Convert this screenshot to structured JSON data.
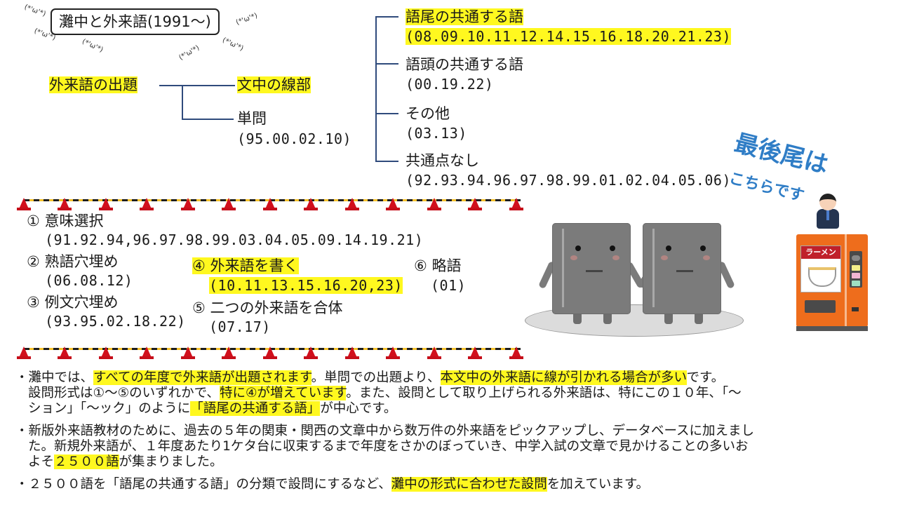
{
  "title": {
    "label": "灘中と外来語(1991～)",
    "decorations": [
      "(*'ω'*)",
      "(*'ω'*)",
      "(*'ω'*)",
      "(*'ω'*)",
      "(*'ω'*)",
      "(*'ω'*)",
      "(*'ω'*)"
    ]
  },
  "left_tree": {
    "root": "外来語の出題",
    "branches": [
      {
        "label": "文中の線部",
        "highlighted": true,
        "years": ""
      },
      {
        "label": "単問",
        "highlighted": false,
        "years": "(95.00.02.10)"
      }
    ]
  },
  "right_tree": {
    "branches": [
      {
        "label": "語尾の共通する語",
        "years": "(08.09.10.11.12.14.15.16.18.20.21.23)",
        "highlighted": true
      },
      {
        "label": "語頭の共通する語",
        "years": "(00.19.22)",
        "highlighted": false
      },
      {
        "label": "その他",
        "years": "(03.13)",
        "highlighted": false
      },
      {
        "label": "共通点なし",
        "years": "(92.93.94.96.97.98.99.01.02.04.05.06)",
        "highlighted": false
      }
    ]
  },
  "question_types": [
    {
      "label": "① 意味選択",
      "years": "(91.92.94,96.97.98.99.03.04.05.09.14.19.21)",
      "highlighted": false
    },
    {
      "label": "② 熟語穴埋め",
      "years": "(06.08.12)",
      "highlighted": false
    },
    {
      "label": "③ 例文穴埋め",
      "years": "(93.95.02.18.22)",
      "highlighted": false
    },
    {
      "label": "④ 外来語を書く",
      "years": "(10.11.13.15.16.20,23)",
      "highlighted": true
    },
    {
      "label": "⑤ 二つの外来語を合体",
      "years": "(07.17)",
      "highlighted": false
    },
    {
      "label": "⑥ 略語",
      "years": "(01)",
      "highlighted": false
    }
  ],
  "illustration": {
    "caption_line1": "最後尾は",
    "caption_line2": "こちらです",
    "vending_sign": "ラーメン"
  },
  "notes": {
    "p1": {
      "l1_a": "・灘中では、",
      "l1_b": "すべての年度で外来語が出題されます",
      "l1_c": "。単問での出題より、",
      "l1_d": "本文中の外来語に線が引かれる場合が多い",
      "l1_e": "です。",
      "l2_a": "設問形式は①～⑤のいずれかで、",
      "l2_b": "特に④が増えています",
      "l2_c": "。また、設問として取り上げられる外来語は、特にこの１０年、「～",
      "l3_a": "ション」「～ック」のように",
      "l3_b": "「語尾の共通する語」",
      "l3_c": "が中心です。"
    },
    "p2": {
      "l1": "・新版外来語教材のために、過去の５年の関東・関西の文章中から数万件の外来語をピックアップし、データベースに加えまし",
      "l2": "た。新規外来語が、１年度あたり1ケタ台に収束するまで年度をさかのぼっていき、中学入試の文章で見かけることの多いお",
      "l3_a": "よそ",
      "l3_b": "２５００語",
      "l3_c": "が集まりました。"
    },
    "p3": {
      "l1_a": "・２５００語を「語尾の共通する語」の分類で設問にするなど、",
      "l1_b": "灘中の形式に合わせた設問",
      "l1_c": "を加えています。"
    }
  },
  "colors": {
    "highlight": "#fff81f",
    "tree_line": "#2f4b7c",
    "cone": "#d10f1c",
    "caption_blue": "#2f7dc6",
    "vending_orange": "#ee6d1c"
  }
}
